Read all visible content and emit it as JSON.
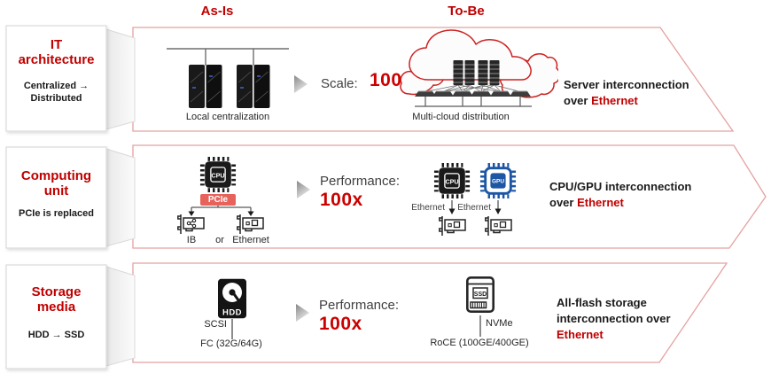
{
  "headers": {
    "as_is": "As-Is",
    "to_be": "To-Be"
  },
  "rows": [
    {
      "title": "IT\narchitecture",
      "subtitle": "Centralized →\nDistributed",
      "as_is_caption": "Local centralization",
      "metric_label": "Scale:",
      "metric_value": "1000x",
      "to_be_caption": "Multi-cloud distribution",
      "benefit_text": "Server interconnection over",
      "benefit_highlight": "Ethernet"
    },
    {
      "title": "Computing\nunit",
      "subtitle": "PCIe is replaced",
      "as_is": {
        "chip": "CPU",
        "bus": "PCIe",
        "left_option": "IB",
        "conjunction": "or",
        "right_option": "Ethernet"
      },
      "metric_label": "Performance:",
      "metric_value": "100x",
      "to_be": {
        "cpu_chip": "CPU",
        "gpu_chip": "GPU",
        "cpu_link": "Ethernet",
        "gpu_link": "Ethernet"
      },
      "benefit_text": "CPU/GPU interconnection over",
      "benefit_highlight": "Ethernet"
    },
    {
      "title": "Storage\nmedia",
      "subtitle": "HDD → SSD",
      "as_is": {
        "device": "HDD",
        "bus": "SCSI",
        "link": "FC (32G/64G)"
      },
      "metric_label": "Performance:",
      "metric_value": "100x",
      "to_be": {
        "device": "SSD",
        "bus": "NVMe",
        "link": "RoCE (100GE/400GE)"
      },
      "benefit_text": "All-flash storage interconnection over",
      "benefit_highlight": "Ethernet"
    }
  ],
  "colors": {
    "accent_red": "#c00000",
    "metric_red": "#cc0000",
    "band_border": "#e5a1a1",
    "gpu_blue": "#1d56a5",
    "pcie_badge": "#e8625c"
  }
}
